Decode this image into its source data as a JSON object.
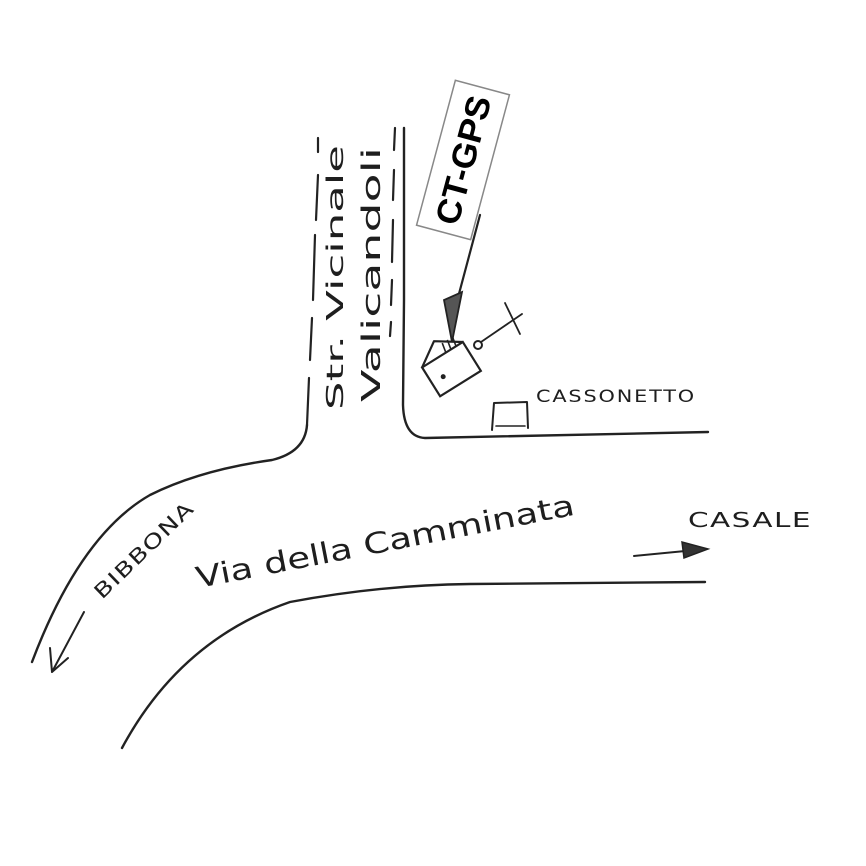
{
  "map": {
    "labels": {
      "gps_tag": "CT-GPS",
      "side_road_prefix": "Str. Vicinale",
      "side_road_name": "Valicandoli",
      "main_road": "Via della Camminata",
      "destination_left": "BIBBONA",
      "destination_right": "CASALE",
      "bin_label": "CASSONETTO"
    }
  }
}
